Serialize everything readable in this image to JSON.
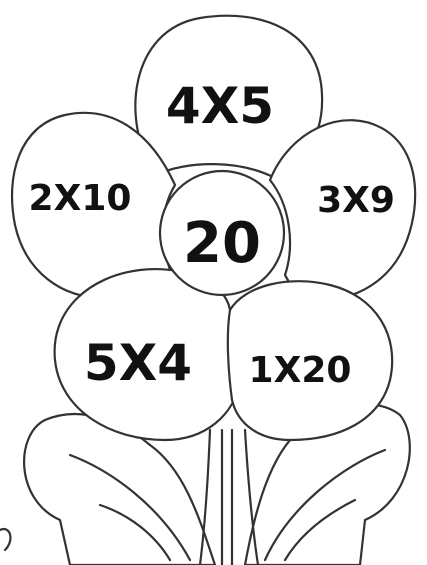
{
  "flower": {
    "center": "20",
    "petals": {
      "top": "4X5",
      "upper_left": "2X10",
      "upper_right": "3X9",
      "lower_left": "5X4",
      "lower_right": "1X20"
    }
  }
}
